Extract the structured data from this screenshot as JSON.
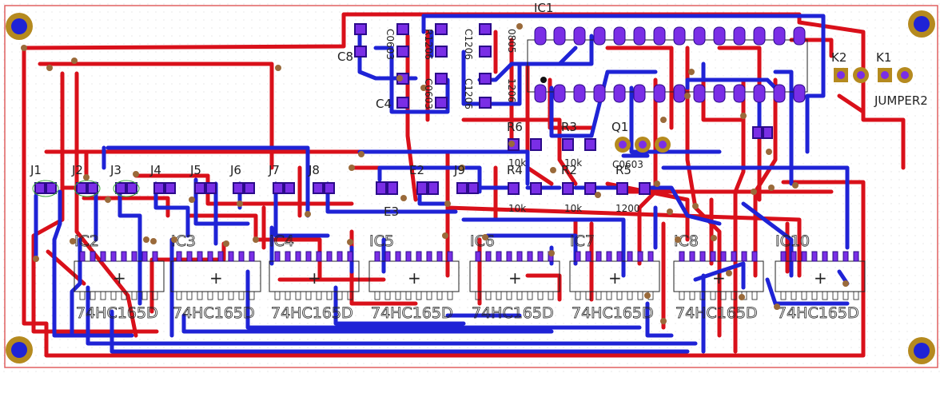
{
  "colors": {
    "top_trace": "#d9101a",
    "bottom_trace": "#1f23d6",
    "pad": "#7a2ee6",
    "pad_core": "#2b0b8a",
    "via": "#9a6a3a",
    "mount_hole": "#b58a1f",
    "board_outline": "#e06060",
    "silkscreen": "#222222"
  },
  "labels": {
    "ic1": "IC1",
    "k2": "K2",
    "k1": "K1",
    "jumper2": "JUMPER2",
    "j1": "J1",
    "j2": "J2",
    "j3": "J3",
    "j4": "J4",
    "j5": "J5",
    "j6": "J6",
    "j7": "J7",
    "j8": "J8",
    "j9": "J9",
    "e2": "E2",
    "e3": "E3",
    "r6": "R6",
    "r3": "R3",
    "r4": "R4",
    "r2": "R2",
    "r5": "R5",
    "q1": "Q1",
    "c8": "C8",
    "c4": "C4",
    "r6_val": "10k",
    "r3_val": "10k",
    "r4_val": "10k",
    "r2_val": "10k",
    "r5_val": "1200",
    "c0603": "C0603",
    "r1206": "R1206",
    "c1206": "C1206",
    "c0805": "0805",
    "r1206b": "1206",
    "ic2": "IC2",
    "ic3": "IC3",
    "ic4": "IC4",
    "ic5": "IC5",
    "ic6": "IC6",
    "ic7": "IC7",
    "ic8": "IC8",
    "ic10": "IC10",
    "chip_part": "74HC165D"
  },
  "chips": [
    {
      "ref": "IC2",
      "part": "74HC165D"
    },
    {
      "ref": "IC3",
      "part": "74HC165D"
    },
    {
      "ref": "IC4",
      "part": "74HC165D"
    },
    {
      "ref": "IC5",
      "part": "74HC165D"
    },
    {
      "ref": "IC6",
      "part": "74HC165D"
    },
    {
      "ref": "IC7",
      "part": "74HC165D"
    },
    {
      "ref": "IC8",
      "part": "74HC165D"
    },
    {
      "ref": "IC10",
      "part": "74HC165D"
    }
  ]
}
